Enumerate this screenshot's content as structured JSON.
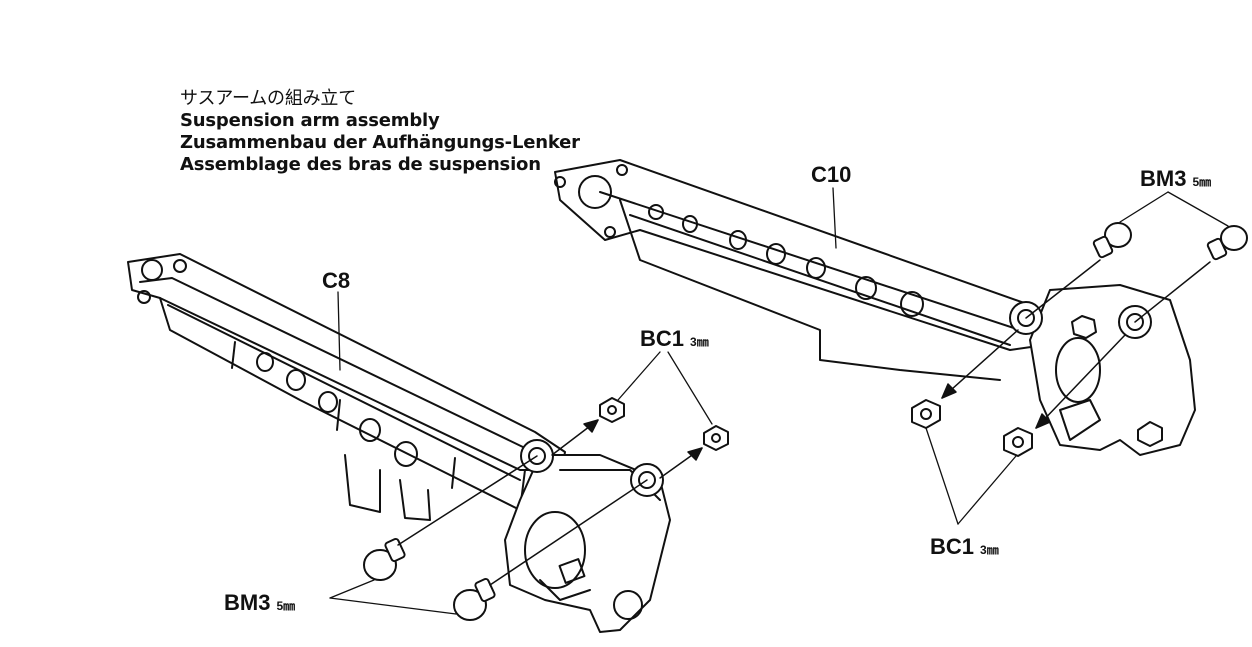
{
  "title": {
    "jp": "サスアームの組み立て",
    "en": "Suspension arm assembly",
    "de": "Zusammenbau der Aufhängungs-Lenker",
    "fr": "Assemblage des bras de suspension"
  },
  "parts": {
    "left_arm": "C8",
    "right_arm": "C10"
  },
  "fasteners": {
    "left_nut": {
      "code": "BC1",
      "size": "3㎜"
    },
    "left_screw": {
      "code": "BM3",
      "size": "5㎜"
    },
    "right_nut": {
      "code": "BC1",
      "size": "3㎜"
    },
    "right_screw": {
      "code": "BM3",
      "size": "5㎜"
    }
  }
}
